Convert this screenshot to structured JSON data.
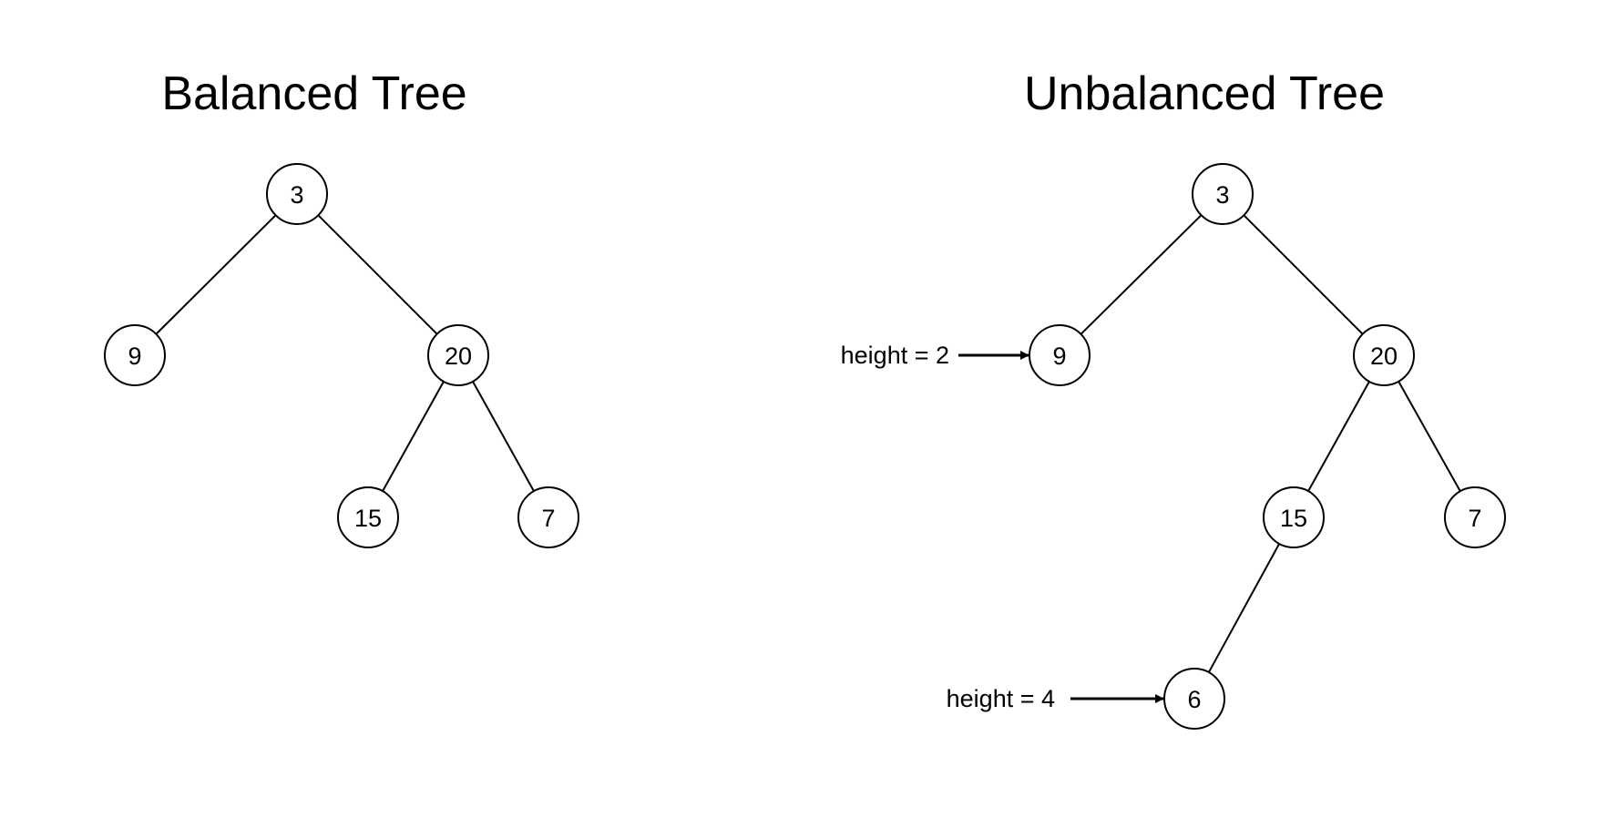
{
  "trees": [
    {
      "id": "balanced",
      "title": "Balanced Tree",
      "nodes": [
        {
          "id": "b3",
          "label": "3"
        },
        {
          "id": "b9",
          "label": "9"
        },
        {
          "id": "b20",
          "label": "20"
        },
        {
          "id": "b15",
          "label": "15"
        },
        {
          "id": "b7",
          "label": "7"
        }
      ],
      "edges": [
        [
          "b3",
          "b9"
        ],
        [
          "b3",
          "b20"
        ],
        [
          "b20",
          "b15"
        ],
        [
          "b20",
          "b7"
        ]
      ],
      "annotations": []
    },
    {
      "id": "unbalanced",
      "title": "Unbalanced Tree",
      "nodes": [
        {
          "id": "u3",
          "label": "3"
        },
        {
          "id": "u9",
          "label": "9"
        },
        {
          "id": "u20",
          "label": "20"
        },
        {
          "id": "u15",
          "label": "15"
        },
        {
          "id": "u7",
          "label": "7"
        },
        {
          "id": "u6",
          "label": "6"
        }
      ],
      "edges": [
        [
          "u3",
          "u9"
        ],
        [
          "u3",
          "u20"
        ],
        [
          "u20",
          "u15"
        ],
        [
          "u20",
          "u7"
        ],
        [
          "u15",
          "u6"
        ]
      ],
      "annotations": [
        {
          "target": "u9",
          "text": "height = 2"
        },
        {
          "target": "u6",
          "text": "height = 4"
        }
      ]
    }
  ]
}
